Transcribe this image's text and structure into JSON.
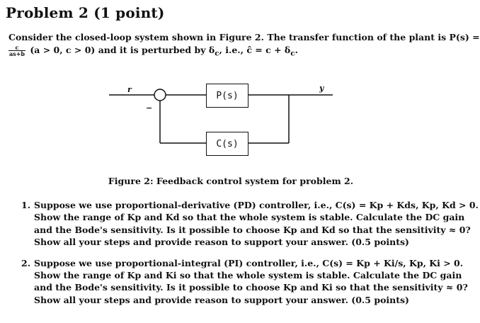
{
  "problem": {
    "title": "Problem 2 (1 point)"
  },
  "intro": {
    "line1": "Consider the closed-loop system shown in Figure 2. The transfer function of the plant is P(s) =",
    "frac_num": "c",
    "frac_den": "as+b",
    "line2_rest": "(a > 0, c > 0) and it is perturbed by δ",
    "line2_sub": "c",
    "line2_tail": ", i.e., ĉ = c + δ",
    "line2_tail_sub": "c",
    "line2_end": "."
  },
  "diagram": {
    "input_label": "r",
    "output_label": "y",
    "minus_sign": "−",
    "plant_label": "P(s)",
    "controller_label": "C(s)"
  },
  "figure": {
    "caption": "Figure 2: Feedback control system for problem 2."
  },
  "questions": [
    {
      "number": "1.",
      "lines": [
        "Suppose we use proportional-derivative (PD) controller, i.e., C(s) = Kp + Kds, Kp, Kd > 0.",
        "Show the range of Kp and Kd so that the whole system is stable. Calculate the DC gain",
        "and the Bode's sensitivity. Is it possible to choose Kp and Kd so that the sensitivity ≈ 0?",
        "Show all your steps and provide reason to support your answer. (0.5 points)"
      ]
    },
    {
      "number": "2.",
      "lines": [
        "Suppose we use proportional-integral (PI) controller, i.e., C(s) = Kp + Ki/s, Kp, Ki > 0.",
        "Show the range of Kp and Ki so that the whole system is stable. Calculate the DC gain",
        "and the Bode's sensitivity. Is it possible to choose Kp and Ki so that the sensitivity ≈ 0?",
        "Show all your steps and provide reason to support your answer. (0.5 points)"
      ]
    }
  ]
}
